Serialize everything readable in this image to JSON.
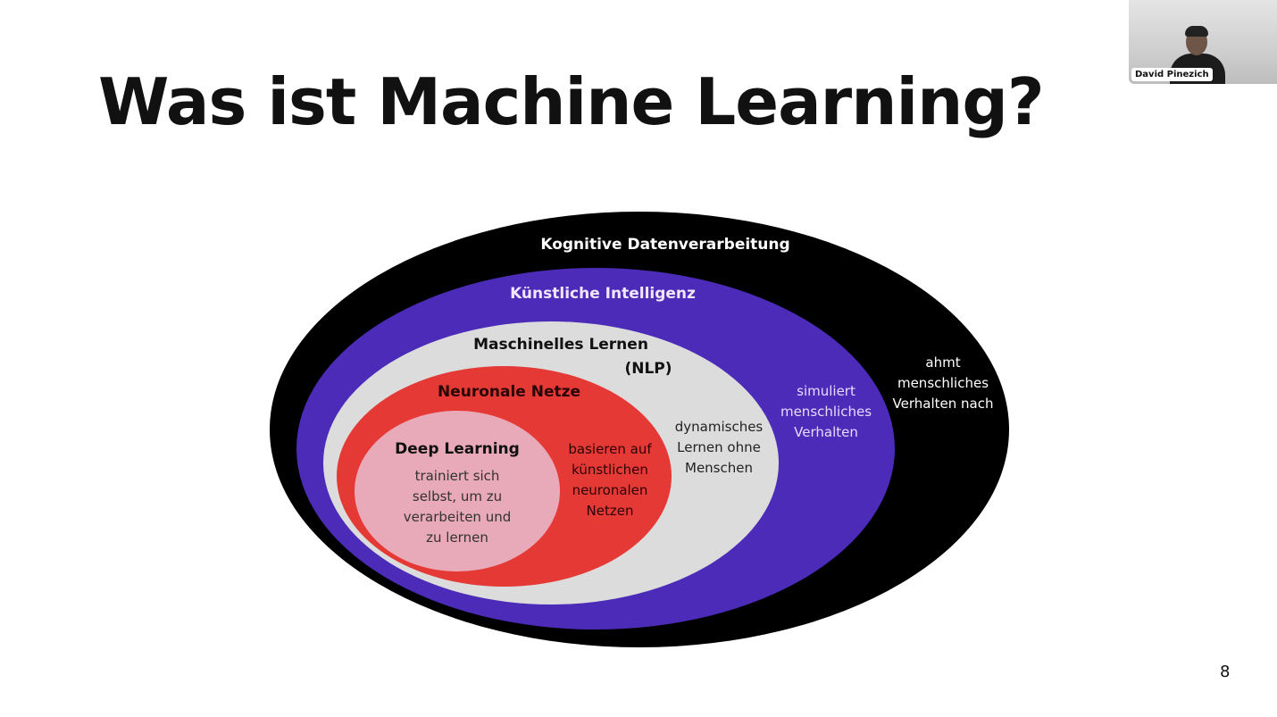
{
  "slide": {
    "title": "Was ist Machine Learning?",
    "page_number": "8"
  },
  "video": {
    "participant_name": "David Pinezich"
  },
  "diagram": {
    "outer": {
      "label": "Kognitive Datenverarbeitung",
      "desc": [
        "ahmt",
        "menschliches",
        "Verhalten nach"
      ],
      "color": "#000000"
    },
    "ai": {
      "label": "Künstliche Intelligenz",
      "desc": [
        "simuliert",
        "menschliches",
        "Verhalten"
      ],
      "color": "#4b2bb8"
    },
    "ml": {
      "label": "Maschinelles Lernen",
      "sub": "(NLP)",
      "desc": [
        "dynamisches",
        "Lernen ohne",
        "Menschen"
      ],
      "color": "#dcdcdc"
    },
    "nn": {
      "label": "Neuronale Netze",
      "desc": [
        "basieren auf",
        "künstlichen",
        "neuronalen",
        "Netzen"
      ],
      "color": "#e53935"
    },
    "dl": {
      "label": "Deep Learning",
      "desc": [
        "trainiert sich",
        "selbst, um zu",
        "verarbeiten und",
        "zu lernen"
      ],
      "color": "#e8a9b8"
    }
  }
}
